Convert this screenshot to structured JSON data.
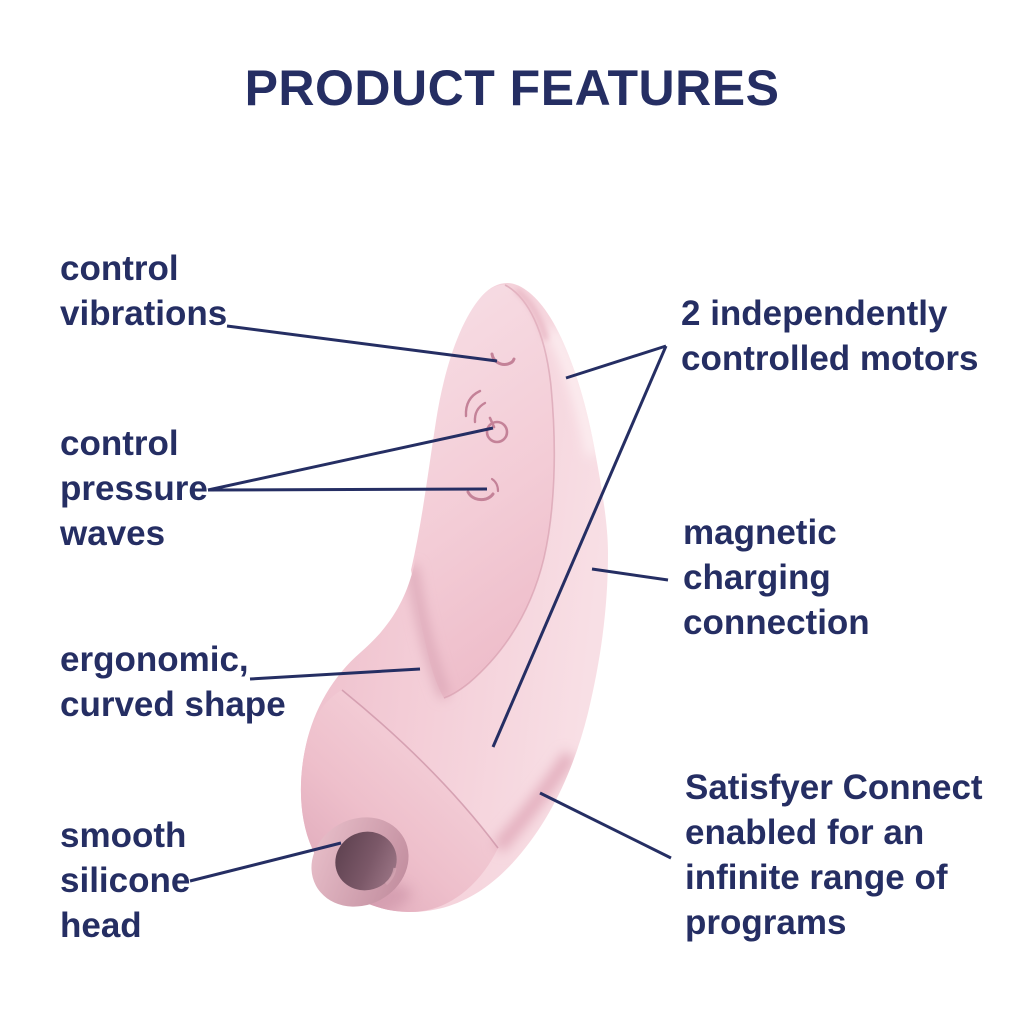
{
  "title": "PRODUCT FEATURES",
  "colors": {
    "navy_text_and_lines": "#252e63",
    "device_pink": "#f3ccd6",
    "device_pink_light": "#f8dfe5",
    "device_pink_shadow": "#dda7b8",
    "mouth_dark": "#573c4a",
    "button_icon_pink": "#c48298",
    "background": "#ffffff"
  },
  "labels": {
    "control_vibrations": "control\nvibrations",
    "control_pressure_waves": "control\npressure\nwaves",
    "ergonomic_curved_shape": "ergonomic,\ncurved shape",
    "smooth_silicone_head": "smooth\nsilicone\nhead",
    "independent_motors": "2 independently\ncontrolled motors",
    "magnetic_charging": "magnetic\ncharging\nconnection",
    "satisfyer_connect": "Satisfyer Connect\nenabled for an\ninfinite range of\nprograms"
  },
  "device_icons": [
    "vibration-button-icon",
    "power-button-icon",
    "pressure-wave-button-icon"
  ]
}
